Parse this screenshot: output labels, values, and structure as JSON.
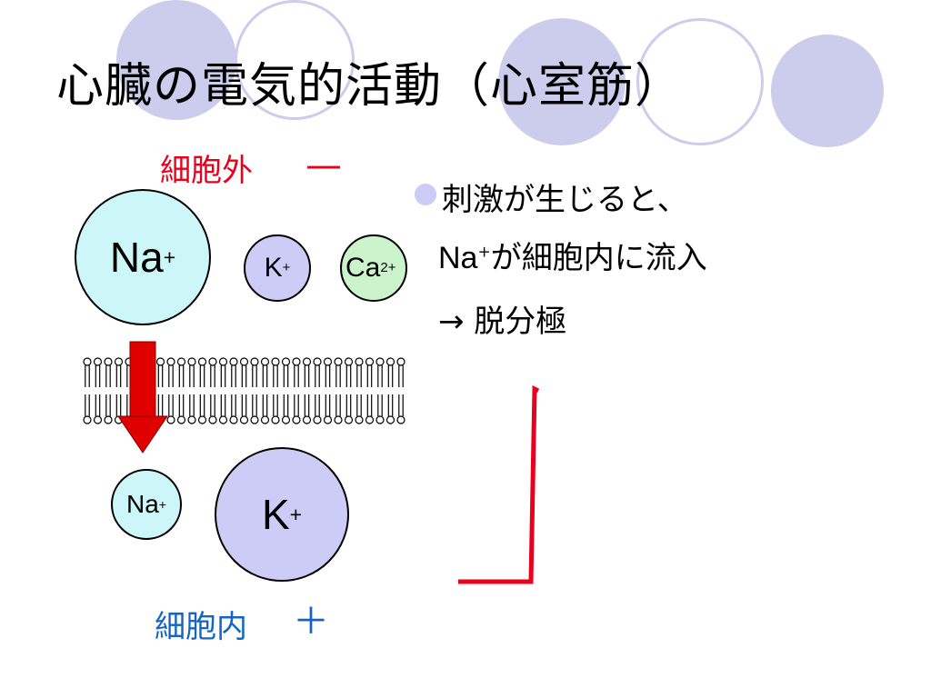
{
  "title": "心臓の電気的活動（心室筋）",
  "outside": {
    "label": "細胞外",
    "sign": "—"
  },
  "inside": {
    "label": "細胞内",
    "sign": "＋"
  },
  "ions_outside": {
    "na": {
      "symbol": "Na",
      "charge": "+"
    },
    "k": {
      "symbol": "K",
      "charge": "+"
    },
    "ca": {
      "symbol": "Ca",
      "charge": "2+"
    }
  },
  "ions_inside": {
    "na": {
      "symbol": "Na",
      "charge": "+"
    },
    "k": {
      "symbol": "K",
      "charge": "+"
    }
  },
  "bullet": {
    "line1": "刺激が生じると、",
    "line2_symbol": "Na",
    "line2_charge": "+",
    "line2_rest": "が細胞内に流入",
    "line3": "→  脱分極"
  },
  "colors": {
    "red": "#e8001c",
    "blue": "#1565c0",
    "deco": "#ccccec",
    "ion_cyan": "#ccf6f8",
    "ion_violet": "#ccccf6",
    "ion_green": "#ccf4cc",
    "arrow": "#e00000"
  },
  "icons": {
    "flow_arrow": "down-arrow-icon",
    "membrane": "lipid-bilayer-icon",
    "bullet": "bullet-dot-icon",
    "action_potential": "depolarization-trace"
  }
}
